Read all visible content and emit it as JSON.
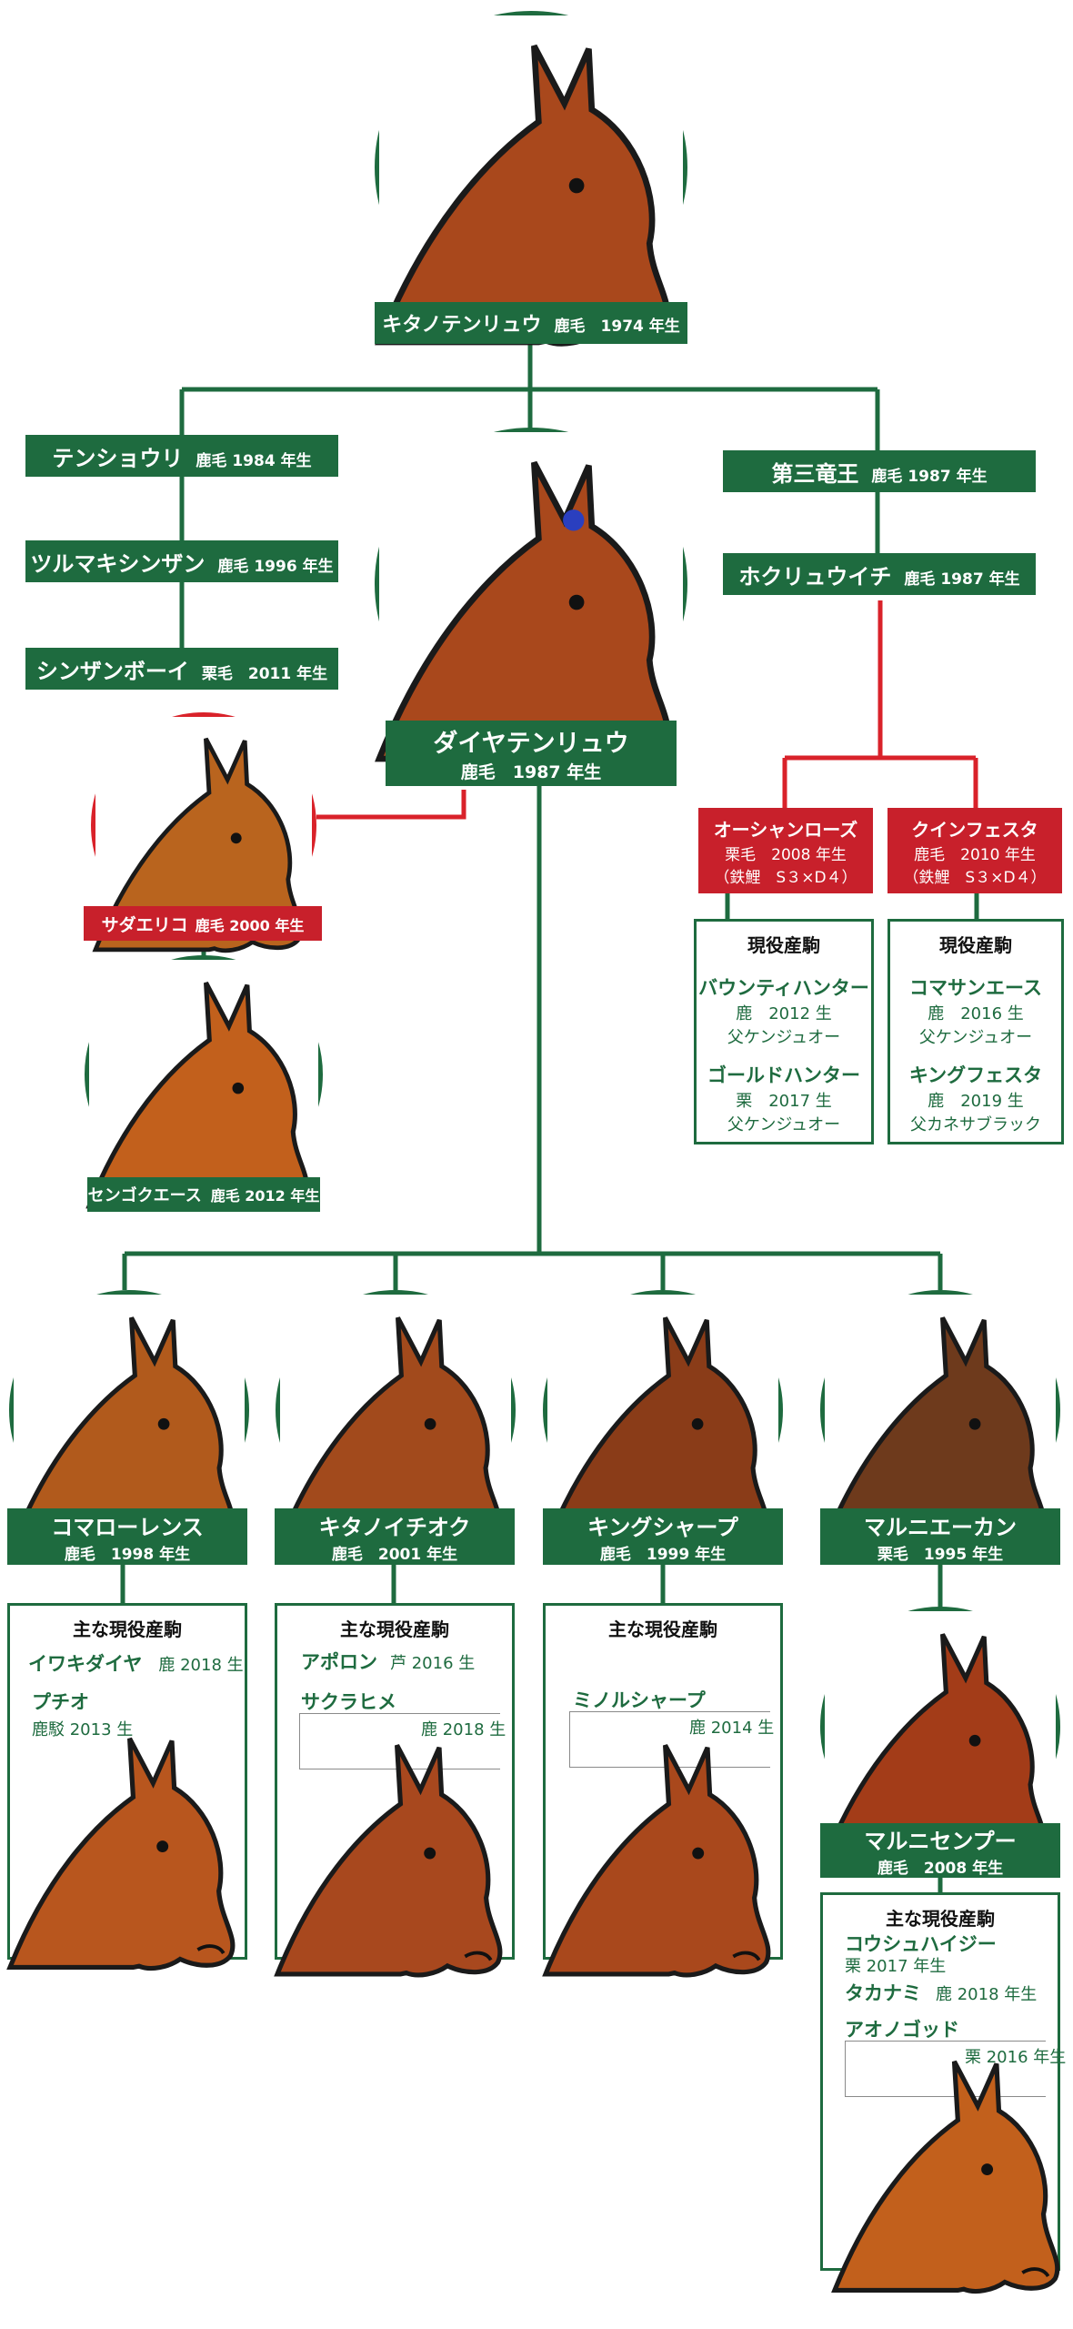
{
  "colors": {
    "green": "#1e6b3f",
    "red": "#c8202b",
    "bay": "#a9481c",
    "chestnut": "#c2601c"
  },
  "root": {
    "name": "キタノテンリュウ",
    "detail": "鹿毛　1974 年生"
  },
  "left_line": [
    {
      "name": "テンショウリ",
      "detail": "鹿毛  1984 年生"
    },
    {
      "name": "ツルマキシンザン",
      "detail": "鹿毛  1996 年生"
    },
    {
      "name": "シンザンボーイ",
      "detail": "栗毛　2011 年生"
    }
  ],
  "right_line": [
    {
      "name": "第三竜王",
      "detail": "鹿毛  1987 年生"
    },
    {
      "name": "ホクリュウイチ",
      "detail": "鹿毛  1987 年生"
    }
  ],
  "center": {
    "name": "ダイヤテンリュウ",
    "detail": "鹿毛　1987 年生"
  },
  "sadaeriko": {
    "name": "サダエリコ",
    "detail": "鹿毛 2000 年生"
  },
  "sengoku": {
    "name": "センゴクエース",
    "detail": "鹿毛 2012 年生"
  },
  "mares": [
    {
      "name": "オーシャンローズ",
      "line2": "栗毛　2008 年生",
      "line3": "（鉄鯉　S３×D４）"
    },
    {
      "name": "クインフェスタ",
      "line2": "鹿毛　2010 年生",
      "line3": "（鉄鯉　S３×D４）"
    }
  ],
  "foal_boxes": [
    {
      "title": "現役産駒",
      "foals": [
        {
          "name": "バウンティハンター",
          "detail": "鹿　2012 生",
          "sire": "父ケンジュオー"
        },
        {
          "name": "ゴールドハンター",
          "detail": "栗　2017 生",
          "sire": "父ケンジュオー"
        }
      ]
    },
    {
      "title": "現役産駒",
      "foals": [
        {
          "name": "コマサンエース",
          "detail": "鹿　2016 生",
          "sire": "父ケンジュオー"
        },
        {
          "name": "キングフェスタ",
          "detail": "鹿　2019 生",
          "sire": "父カネサブラック"
        }
      ]
    }
  ],
  "sons": [
    {
      "name": "コマローレンス",
      "detail": "鹿毛　1998 年生"
    },
    {
      "name": "キタノイチオク",
      "detail": "鹿毛　2001 年生"
    },
    {
      "name": "キングシャープ",
      "detail": "鹿毛　1999 年生"
    },
    {
      "name": "マルニエーカン",
      "detail": "栗毛　1995 年生"
    }
  ],
  "son_foals": [
    {
      "title": "主な現役産駒",
      "items": [
        {
          "name": "イワキダイヤ",
          "detail": "鹿 2018 生"
        },
        {
          "name": "プチオ",
          "detail": "鹿駁 2013 生"
        }
      ]
    },
    {
      "title": "主な現役産駒",
      "items": [
        {
          "name": "アポロン",
          "detail": "芦 2016 生"
        },
        {
          "name": "サクラヒメ",
          "detail": "鹿 2018 生"
        }
      ]
    },
    {
      "title": "主な現役産駒",
      "items": [
        {
          "name": "ミノルシャープ",
          "detail": "鹿 2014 生"
        }
      ]
    }
  ],
  "marunisenpu": {
    "name": "マルニセンプー",
    "detail": "鹿毛　2008 年生"
  },
  "marunisenpu_foals": {
    "title": "主な現役産駒",
    "items": [
      {
        "name": "コウシュハイジー",
        "detail": "栗 2017 年生"
      },
      {
        "name": "タカナミ",
        "detail": "鹿  2018 年生"
      },
      {
        "name": "アオノゴッド",
        "detail": "栗 2016 年生"
      }
    ]
  }
}
